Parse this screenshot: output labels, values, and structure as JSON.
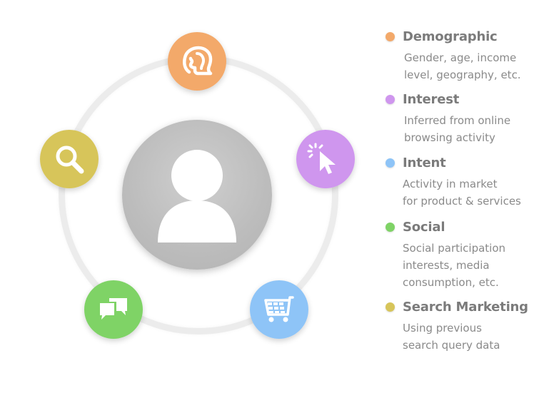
{
  "colors": {
    "demographic": "#f3a96a",
    "interest": "#cf96ee",
    "intent": "#8ec4f7",
    "social": "#7fd366",
    "search": "#d7c55a",
    "ring": "#ececec",
    "avatar": "#bdbdbd",
    "text": "#7b7b7b"
  },
  "nodes": [
    {
      "key": "demographic",
      "icon": "head-profile-icon"
    },
    {
      "key": "interest",
      "icon": "cursor-click-icon"
    },
    {
      "key": "intent",
      "icon": "shopping-cart-icon"
    },
    {
      "key": "social",
      "icon": "chat-bubbles-icon"
    },
    {
      "key": "search",
      "icon": "magnifier-icon"
    }
  ],
  "center_icon": "user-avatar-icon",
  "legend": [
    {
      "title": "Demographic",
      "lines": [
        "Gender, age, income",
        "level, geography, etc."
      ]
    },
    {
      "title": "Interest",
      "lines": [
        "Inferred from online",
        "browsing activity"
      ]
    },
    {
      "title": "Intent",
      "lines": [
        "Activity in market",
        "for product & services"
      ]
    },
    {
      "title": "Social",
      "lines": [
        "Social participation",
        "interests, media",
        "consumption, etc."
      ]
    },
    {
      "title": "Search Marketing",
      "lines": [
        "Using previous",
        "search query data"
      ]
    }
  ]
}
